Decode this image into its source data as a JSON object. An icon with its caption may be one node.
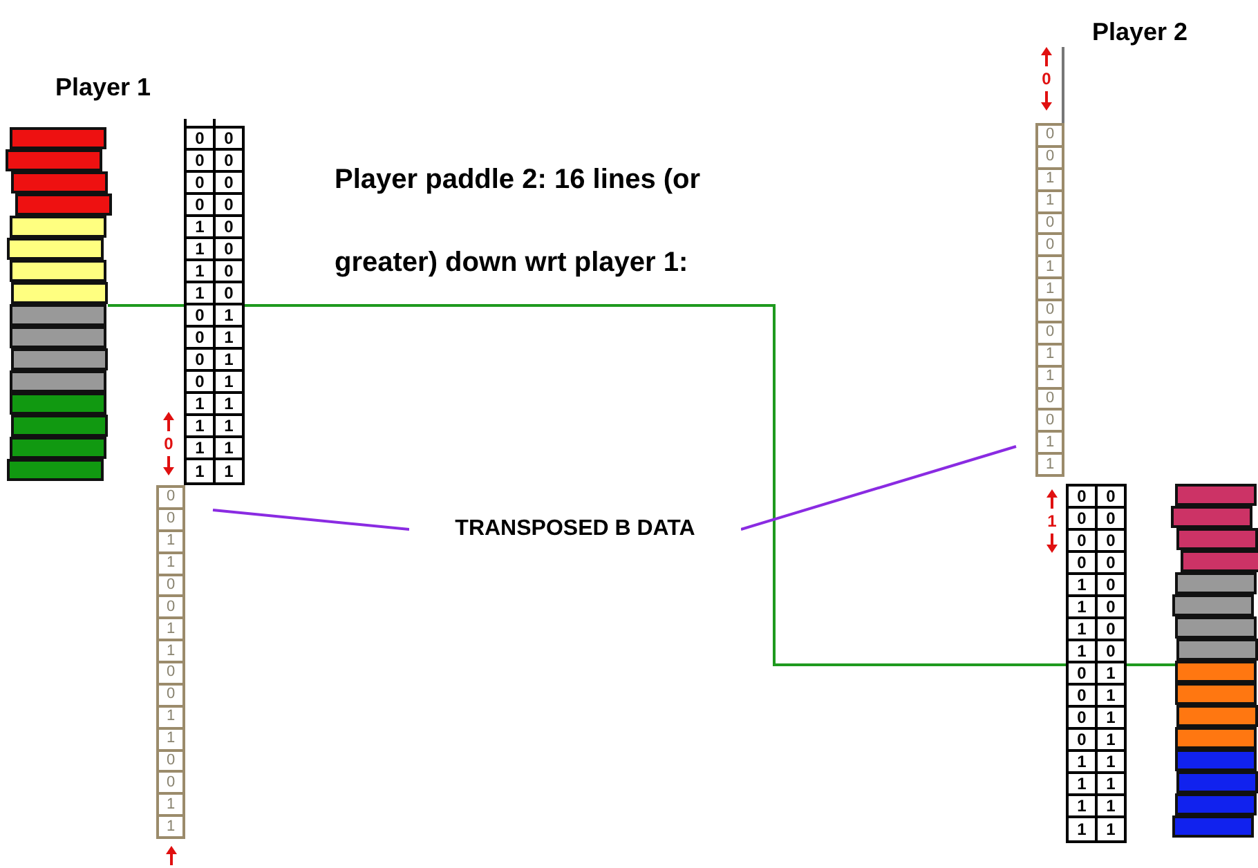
{
  "diagram": {
    "title": "Player paddle 2: 16 lines (or greater) down wrt player 1:",
    "nodes": [
      {
        "text": [],
        "shape": "bar"
      },
      {
        "text": [
          "0",
          "0",
          "1",
          "1",
          "0",
          "0",
          "1",
          "1",
          "0",
          "0",
          "1",
          "1",
          "0",
          "0",
          "1",
          "1"
        ]
      },
      {
        "text": [
          "TRANSPOSED B DATA"
        ]
      },
      {
        "text": [
          "0",
          "0",
          "1",
          "1",
          "0",
          "0",
          "1",
          "1",
          "0",
          "0",
          "1",
          "1",
          "0",
          "0",
          "1",
          "1"
        ]
      },
      {
        "text": [],
        "shape": "bar"
      }
    ],
    "edges": [
      {
        "from": 0,
        "to": 4,
        "arrow": "none",
        "color": "#1e9a1e"
      },
      {
        "from": 2,
        "to": 1,
        "arrow": "none",
        "color": "#8a2be2"
      },
      {
        "from": 2,
        "to": 3,
        "arrow": "none",
        "color": "#8a2be2"
      }
    ],
    "labels": [
      "Player 1",
      "Player 2",
      "0",
      "0",
      "0",
      "0",
      "0",
      "0",
      "0",
      "0",
      "1",
      "0",
      "1",
      "0",
      "1",
      "0",
      "1",
      "0",
      "0",
      "1",
      "0",
      "1",
      "0",
      "1",
      "0",
      "1",
      "1",
      "1",
      "1",
      "1",
      "1",
      "1",
      "1",
      "1",
      "0",
      "0",
      "1",
      "0",
      "0",
      "0",
      "0",
      "0",
      "0",
      "0",
      "0",
      "1",
      "0",
      "1",
      "0",
      "1",
      "0",
      "1",
      "0",
      "0",
      "1",
      "0",
      "1",
      "0",
      "1",
      "0",
      "1",
      "1",
      "1",
      "1",
      "1",
      "1",
      "1",
      "1",
      "1"
    ]
  }
}
